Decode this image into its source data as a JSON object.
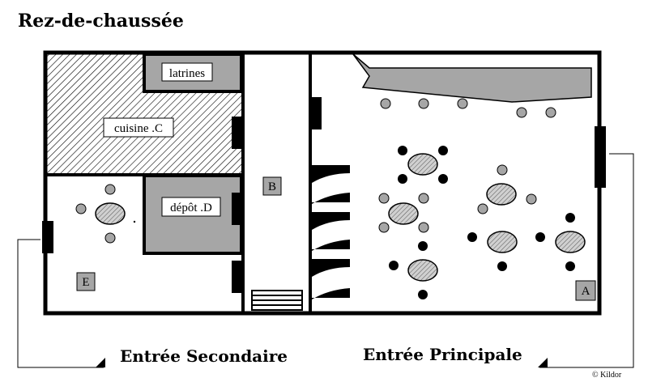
{
  "title": "Rez-de-chaussée",
  "rooms": {
    "latrines": "latrines",
    "cuisine": "cuisine .C",
    "depot": "dépôt .D",
    "corridor": "B",
    "room_e": "E",
    "hall": "A"
  },
  "entrances": {
    "secondary": "Entrée Secondaire",
    "main": "Entrée Principale"
  },
  "copyright": "© Kildor",
  "colors": {
    "wall": "#000000",
    "room_fill": "#a6a6a6",
    "table_fill": "#c8c8c8",
    "grey_chair": "#a6a6a6",
    "black_chair": "#000000"
  }
}
